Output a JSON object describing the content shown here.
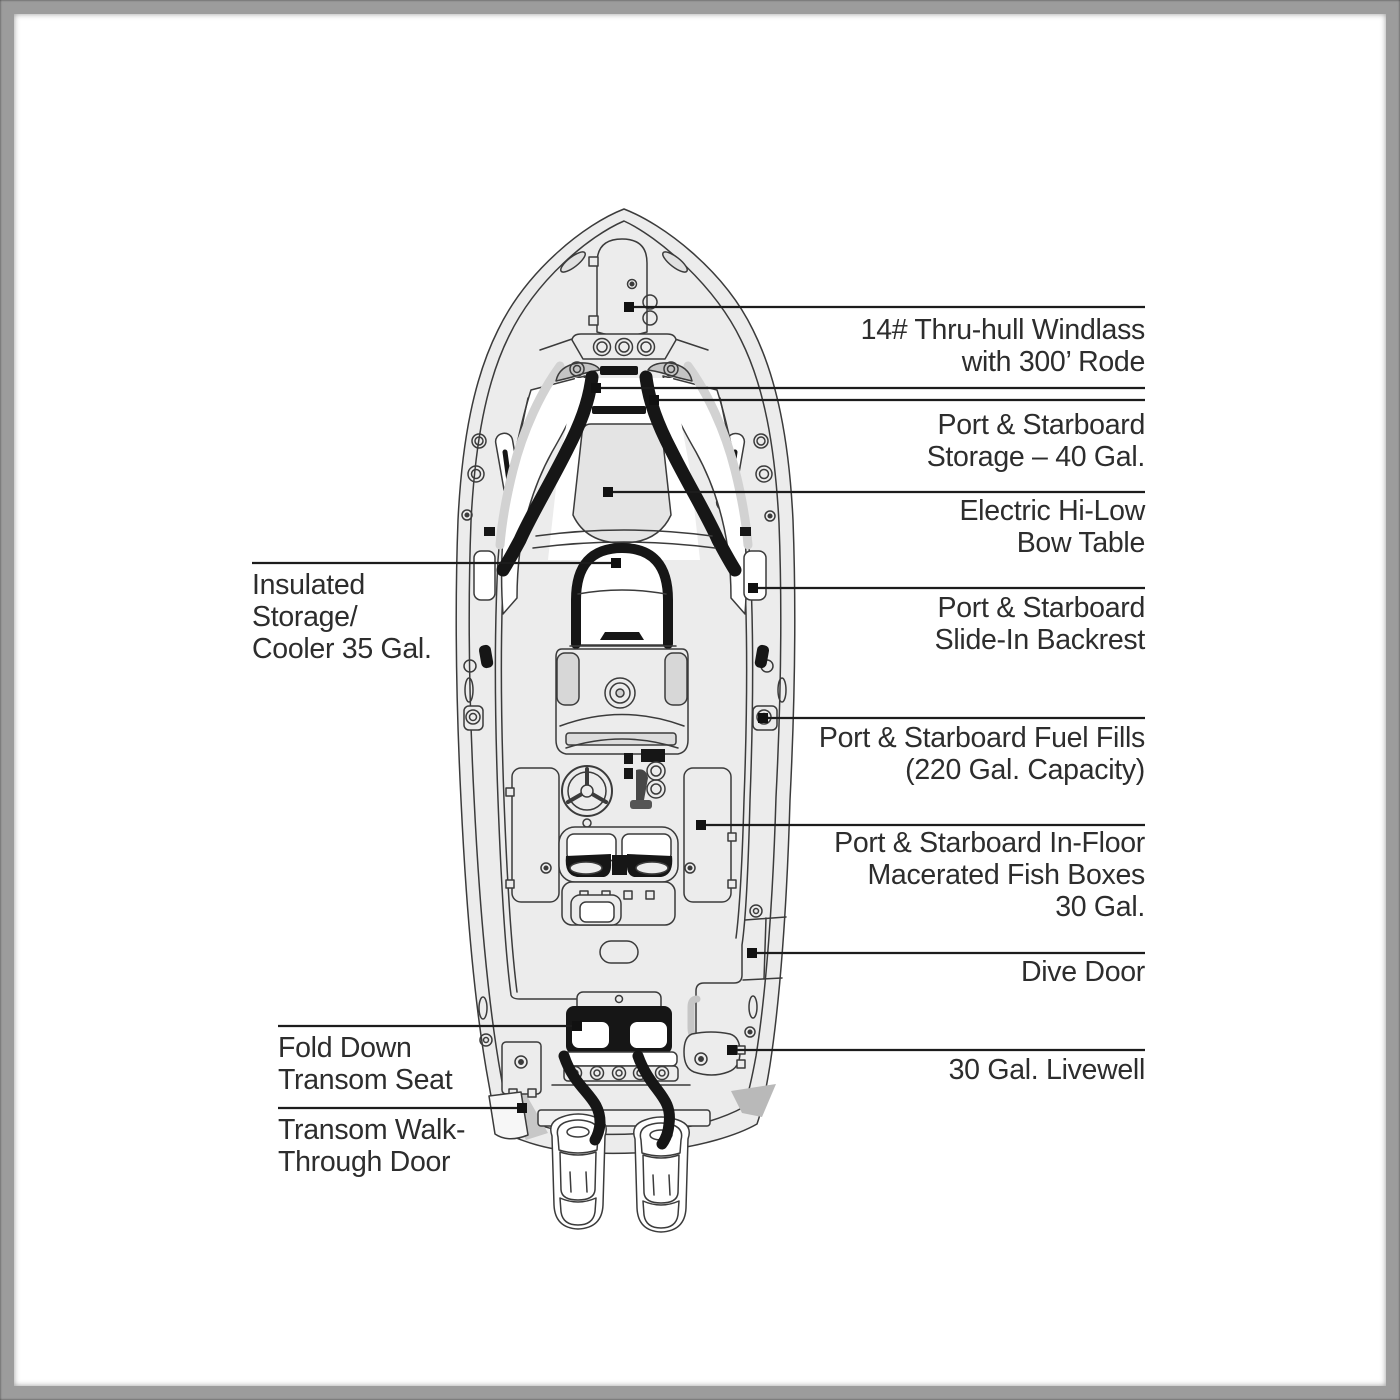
{
  "figure": {
    "kind": "boat-deck-plan-diagram",
    "subject": "Center console boat top view with twin outboard engines and feature callouts"
  },
  "colors": {
    "background": "#ffffff",
    "frame_border": "#9c9c9c",
    "line_ink": "#3b3b3b",
    "leader_line": "#1c1c1c",
    "hull_fill": "#ececec",
    "accent_black": "#161616",
    "text": "#2d2d2d"
  },
  "callouts": {
    "right": [
      {
        "id": "windlass",
        "lines": [
          "14# Thru-hull Windlass",
          "with 300’ Rode"
        ]
      },
      {
        "id": "storage",
        "lines": [
          "Port & Starboard",
          "Storage – 40 Gal."
        ]
      },
      {
        "id": "bow-table",
        "lines": [
          "Electric Hi-Low",
          "Bow Table"
        ]
      },
      {
        "id": "backrest",
        "lines": [
          "Port & Starboard",
          "Slide-In Backrest"
        ]
      },
      {
        "id": "fuel-fills",
        "lines": [
          "Port & Starboard Fuel Fills",
          "(220 Gal. Capacity)"
        ]
      },
      {
        "id": "fish-boxes",
        "lines": [
          "Port & Starboard In-Floor",
          "Macerated Fish Boxes",
          "30 Gal."
        ]
      },
      {
        "id": "dive-door",
        "lines": [
          "Dive Door"
        ]
      },
      {
        "id": "livewell",
        "lines": [
          "30 Gal. Livewell"
        ]
      }
    ],
    "left": [
      {
        "id": "insulated-storage",
        "lines": [
          "Insulated",
          "Storage/",
          "Cooler 35 Gal."
        ]
      },
      {
        "id": "fold-down-transom-seat",
        "lines": [
          "Fold Down",
          "Transom Seat"
        ]
      },
      {
        "id": "transom-walk-through-door",
        "lines": [
          "Transom Walk-",
          "Through Door"
        ]
      }
    ]
  }
}
